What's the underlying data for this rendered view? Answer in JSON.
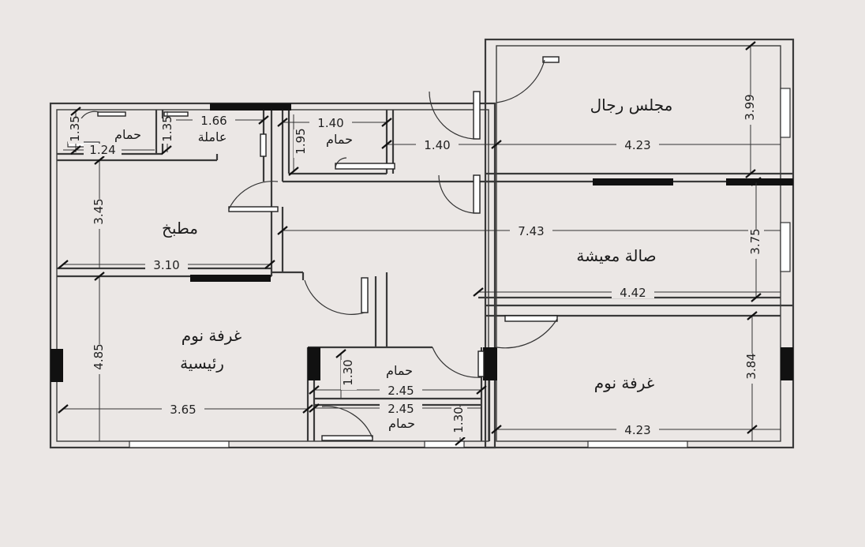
{
  "rooms": {
    "majlis": "مجلس رجال",
    "living": "صالة معيشة",
    "kitchen": "مطبخ",
    "master_line1": "غرفة نوم",
    "master_line2": "رئيسية",
    "bedroom": "غرفة نوم",
    "maid": "عاملة",
    "bath_maid": "حمام",
    "bath_top": "حمام",
    "bath_mid": "حمام",
    "bath_low": "حمام"
  },
  "dims": {
    "maid_bath_h": "1.35",
    "maid_bath_w": "1.24",
    "maid_h": "1.35",
    "maid_w": "1.66",
    "bath_top_h": "1.95",
    "bath_top_w": "1.40",
    "corridor_w": "1.40",
    "majlis_w": "4.23",
    "majlis_h": "3.99",
    "kitchen_h": "3.45",
    "kitchen_w": "3.10",
    "total_w": "7.43",
    "living_h": "3.75",
    "living_w": "4.42",
    "master_h": "4.85",
    "master_w": "3.65",
    "bath_mid_h": "1.30",
    "bath_mid_w": "2.45",
    "bath_low_w": "2.45",
    "bath_low_h": "1.30",
    "bedroom_h": "3.84",
    "bedroom_w": "4.23"
  }
}
